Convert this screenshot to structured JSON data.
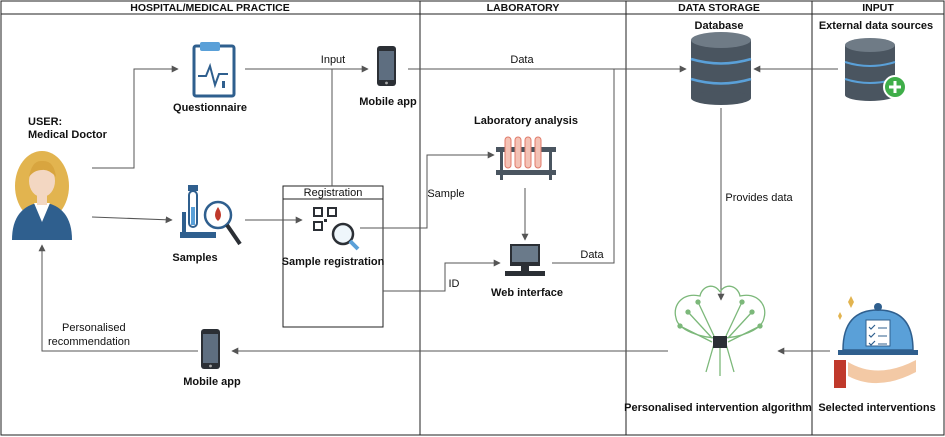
{
  "sections": [
    {
      "title": "HOSPITAL/MEDICAL PRACTICE"
    },
    {
      "title": "LABORATORY"
    },
    {
      "title": "DATA STORAGE"
    },
    {
      "title": "INPUT"
    }
  ],
  "nodes": {
    "user_line1": "USER:",
    "user_line2": "Medical Doctor",
    "questionnaire": "Questionnaire",
    "samples": "Samples",
    "mobile_app_top": "Mobile app",
    "registration_box": "Registration",
    "sample_registration": "Sample registration",
    "laboratory_analysis": "Laboratory analysis",
    "web_interface": "Web interface",
    "database": "Database",
    "external_sources": "External data sources",
    "algorithm": "Personalised intervention algorithm",
    "selected_interventions": "Selected interventions",
    "mobile_app_bottom": "Mobile app"
  },
  "edges": {
    "input": "Input",
    "data_top": "Data",
    "sample": "Sample",
    "id": "ID",
    "data_web": "Data",
    "provides_data": "Provides data",
    "recommendation_line1": "Personalised",
    "recommendation_line2": "recommendation"
  },
  "colors": {
    "accent_blue": "#2f5f8e",
    "database_dark": "#4a5560",
    "database_ring": "#5aa0d8",
    "plus_green": "#3fae49",
    "circuit_green": "#7cb87a",
    "tube_red": "#e07a6a",
    "line_gray": "#555555"
  }
}
